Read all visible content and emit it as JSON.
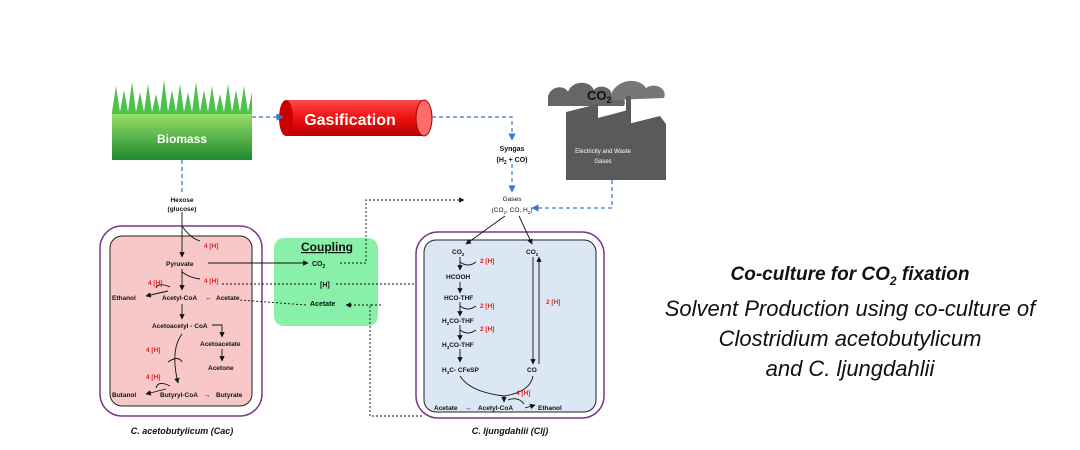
{
  "title": {
    "prefix": "Co-culture for CO",
    "sub": "2",
    "suffix": " fixation",
    "lines": [
      "Solvent Production using co-culture of",
      "Clostridium acetobutylicum",
      "and C. ljungdahlii"
    ]
  },
  "inputs": {
    "biomass": "Biomass",
    "gasification": "Gasification",
    "factory_co2": "CO",
    "factory_co2_sub": "2",
    "factory_label_1": "Electricity and Waste",
    "factory_label_2": "Gases",
    "syngas_1": "Syngas",
    "syngas_2": "(H",
    "syngas_2_sub": "2",
    "syngas_2_end": " + CO)",
    "hexose_1": "Hexose",
    "hexose_2": "(glucose)",
    "gases_1": "Gases",
    "gases_2": "(CO",
    "gases_2_sub": "2",
    "gases_2_mid": ", CO, H",
    "gases_2_sub2": "2",
    "gases_2_end": ")"
  },
  "cac": {
    "label": "C. acetobutylicum (Cac)",
    "pyruvate": "Pyruvate",
    "ethanol": "Ethanol",
    "acetyl_coa": "Acetyl-CoA",
    "acetate": "Acetate",
    "acetoacetyl_coa": "Acetoacetyl - CoA",
    "acetoacetate": "Acetoacetate",
    "acetone": "Acetone",
    "butanol": "Butanol",
    "butyryl_coa": "Butyryl-CoA",
    "butyrate": "Butyrate",
    "h4": "4 [H]",
    "arrow_lr": "↔"
  },
  "coupling": {
    "title": "Coupling",
    "co2": "CO",
    "co2_sub": "2",
    "h": "[H]",
    "acetate": "Acetate"
  },
  "clj": {
    "label": "C. ljungdahlii (Clj)",
    "co2": "CO",
    "co2_sub": "2",
    "hcooh": "HCOOH",
    "hco_thf": "HCO-THF",
    "h2co_pre": "H",
    "h2co_sub": "2",
    "h2co_end": "CO-THF",
    "h3co_pre": "H",
    "h3co_sub": "3",
    "h3co_end": "CO-THF",
    "h3c_pre": "H",
    "h3c_sub": "3",
    "h3c_end": "C- CFeSP",
    "co": "CO",
    "acetate": "Acetate",
    "acetyl_coa": "Acetyl-CoA",
    "ethanol": "Ethanol",
    "h2": "2 [H]",
    "h4": "4 [H]",
    "arrow_lr": "↔"
  },
  "colors": {
    "cac_fill": "#f8c8c8",
    "clj_fill": "#dbe7f4",
    "coupling_fill": "#88f0a8",
    "frame": "#7a3a8c",
    "gasification": "#ee1111",
    "dashed_blue": "#3a78c8",
    "factory": "#5a5a5a",
    "grass": "#3cb43c"
  }
}
